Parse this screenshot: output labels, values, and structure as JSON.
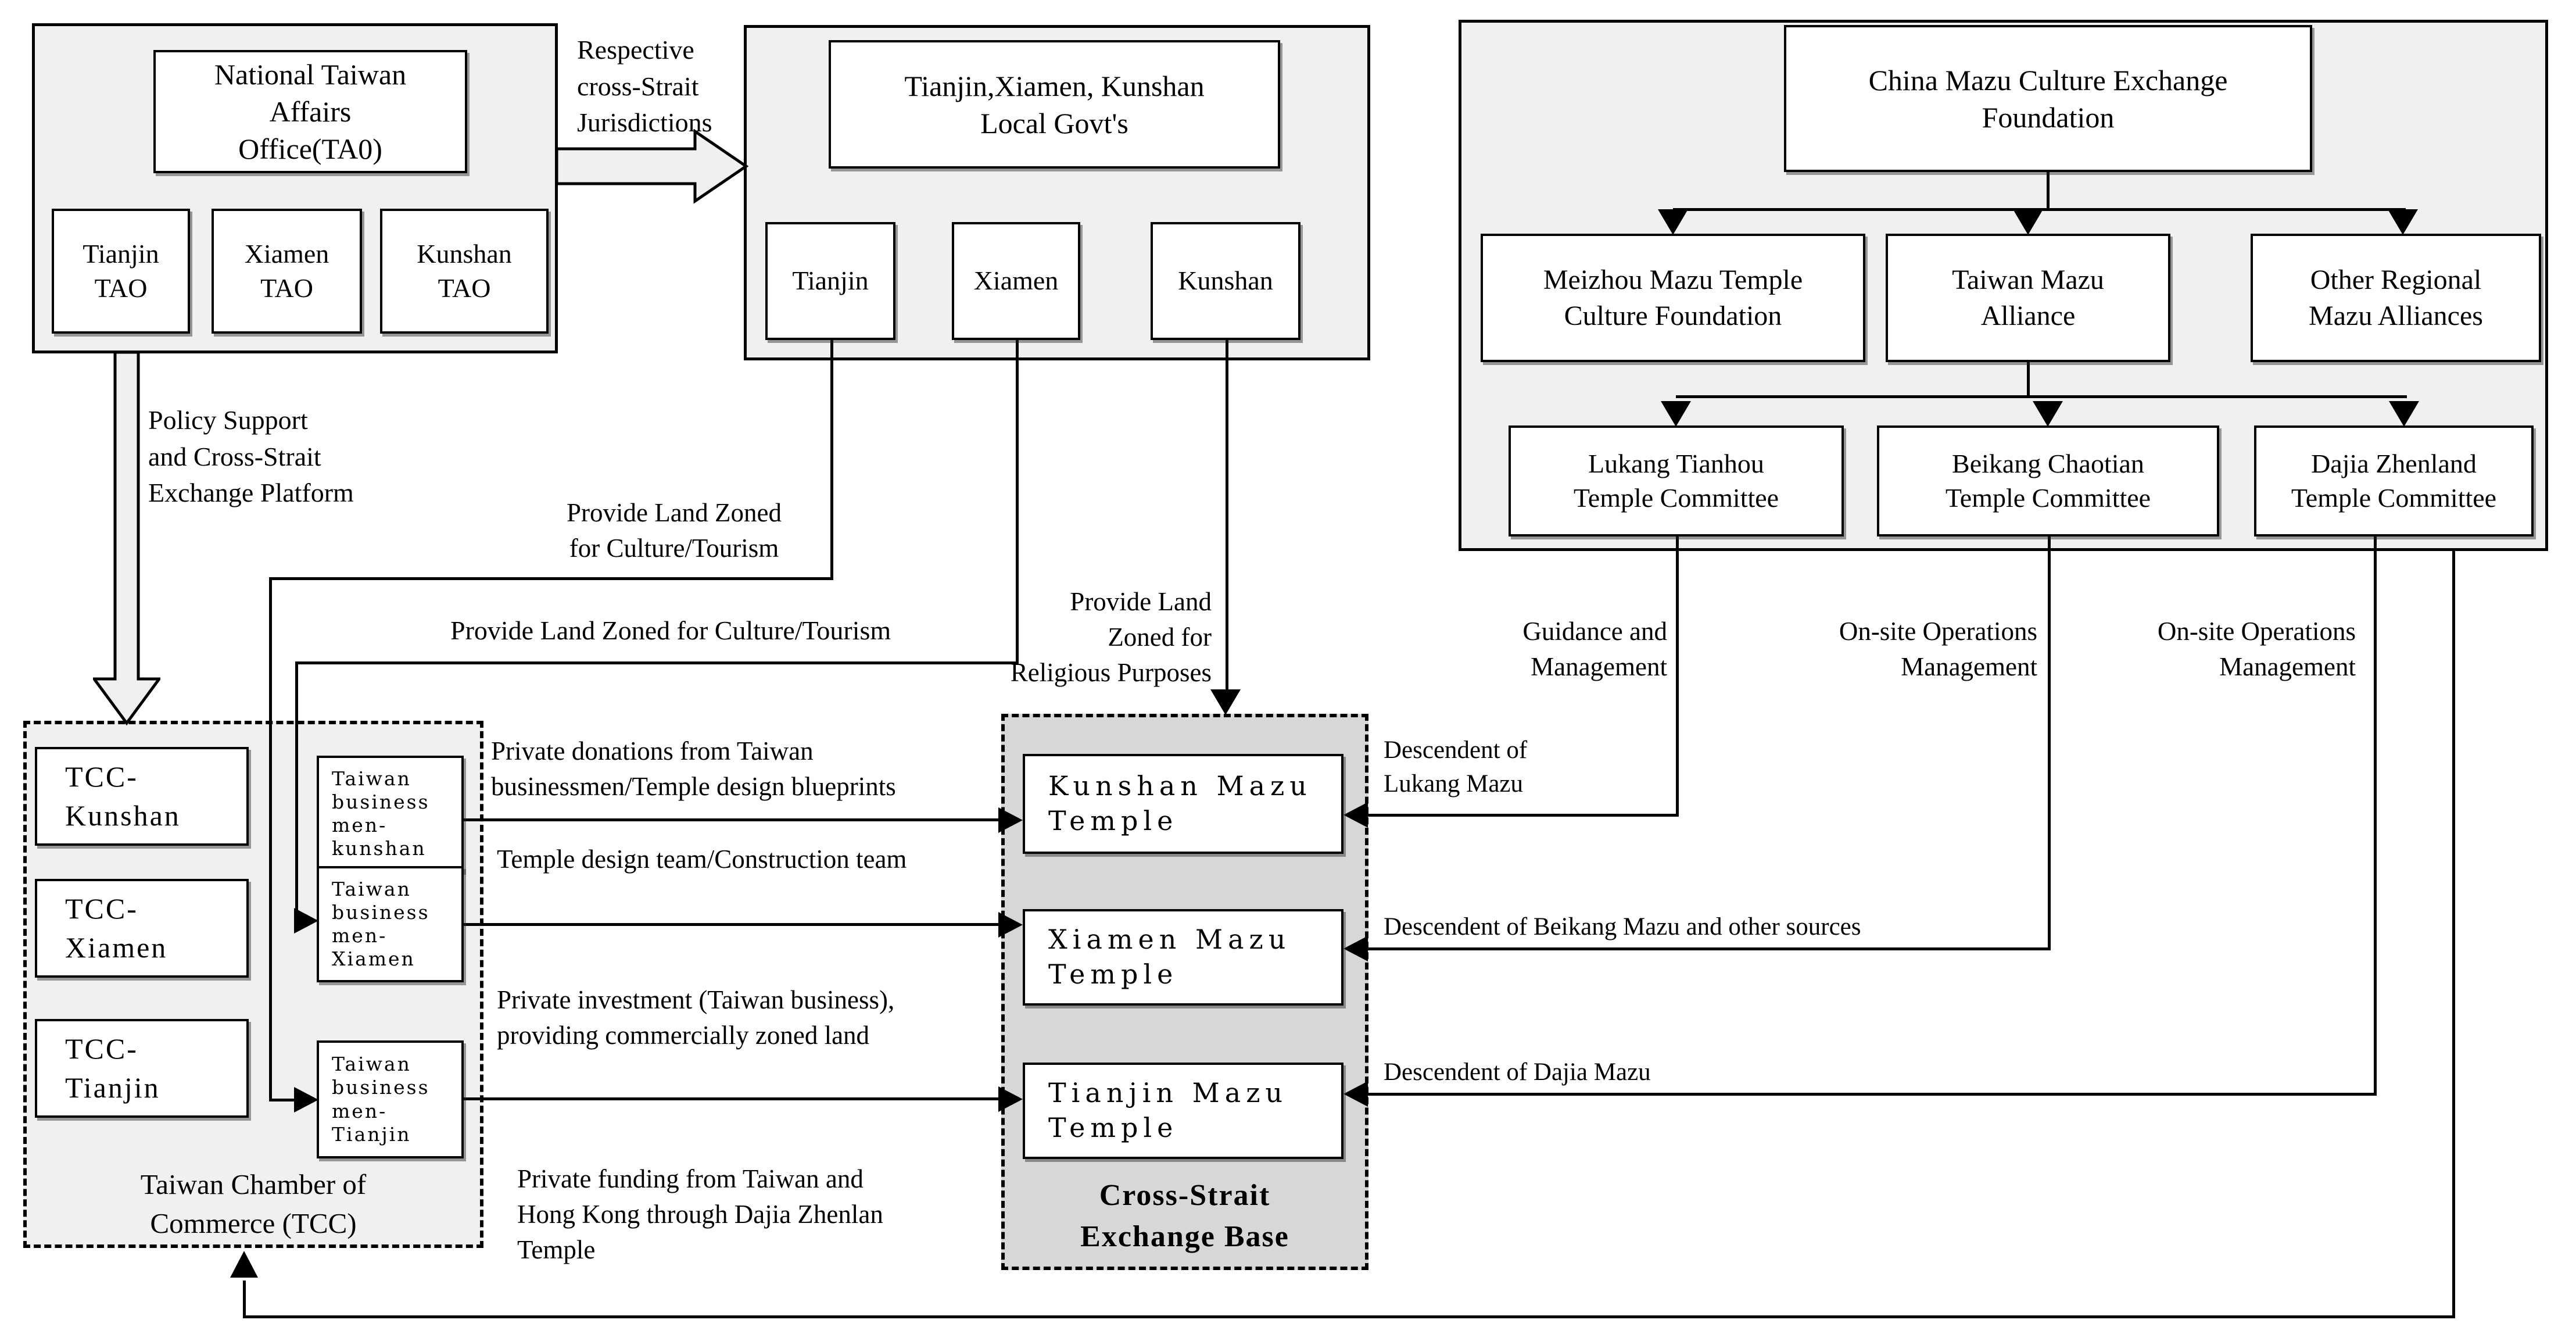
{
  "colors": {
    "container_bg": "#f0f0f0",
    "exchange_base_bg": "#d7d7d7",
    "box_bg": "#ffffff",
    "line": "#000000"
  },
  "tao_group": {
    "title": "National Taiwan\nAffairs\nOffice(TA0)",
    "members": [
      "Tianjin\nTAO",
      "Xiamen\nTAO",
      "Kunshan\nTAO"
    ]
  },
  "local_govt_group": {
    "title": "Tianjin,Xiamen, Kunshan\nLocal Govt's",
    "members": [
      "Tianjin",
      "Xiamen",
      "Kunshan"
    ]
  },
  "mazu_group": {
    "title": "China Mazu Culture Exchange\nFoundation",
    "alliances": [
      "Meizhou Mazu Temple\nCulture Foundation",
      "Taiwan Mazu\nAlliance",
      "Other Regional\nMazu Alliances"
    ],
    "committees": [
      "Lukang Tianhou\nTemple Committee",
      "Beikang Chaotian\nTemple Committee",
      "Dajia Zhenland\nTemple Committee"
    ]
  },
  "tcc_group": {
    "title": "Taiwan Chamber of\nCommerce (TCC)",
    "chambers": [
      "TCC-\nKunshan",
      "TCC-\nXiamen",
      "TCC-\nTianjin"
    ],
    "businessmen": [
      "Taiwan\nbusiness\nmen-\nkunshan",
      "Taiwan\nbusiness\nmen-\nXiamen",
      "Taiwan\nbusiness\nmen-\nTianjin"
    ]
  },
  "exchange_base": {
    "title": "Cross-Strait\nExchange Base",
    "temples": [
      "Kunshan Mazu\nTemple",
      "Xiamen Mazu\nTemple",
      "Tianjin Mazu\nTemple"
    ]
  },
  "edge_labels": {
    "jurisdictions": "Respective\ncross-Strait\nJurisdictions",
    "policy_support": "Policy Support\nand Cross-Strait\nExchange Platform",
    "land_culture_tianjin": "Provide Land Zoned\nfor Culture/Tourism",
    "land_culture_xiamen": "Provide Land Zoned for Culture/Tourism",
    "land_religious": "Provide Land\nZoned for\nReligious Purposes",
    "guidance": "Guidance and\nManagement",
    "onsite_beikang": "On-site Operations\nManagement",
    "onsite_dajia": "On-site Operations\nManagement",
    "descendent_lukang": "Descendent of\nLukang Mazu",
    "descendent_beikang": "Descendent of Beikang Mazu and other sources",
    "descendent_dajia": "Descendent of Dajia Mazu",
    "donations": "Private donations from Taiwan\nbusinessmen/Temple design blueprints",
    "design_team": "Temple design team/Construction team",
    "investment": "Private investment (Taiwan business),\nproviding commercially zoned land",
    "funding": "Private funding from Taiwan and\nHong Kong through Dajia Zhenlan\nTemple"
  }
}
